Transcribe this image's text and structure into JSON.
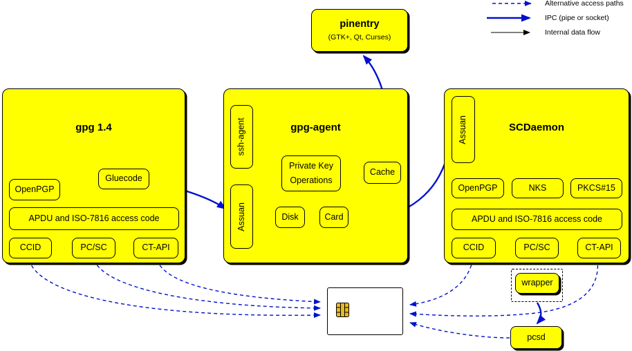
{
  "legend": {
    "items": [
      {
        "label": "Alternative access paths",
        "style": "dashed-blue"
      },
      {
        "label": "IPC (pipe or socket)",
        "style": "solid-blue-thick"
      },
      {
        "label": "Internal data flow",
        "style": "solid-black"
      }
    ]
  },
  "colors": {
    "node_fill": "#ffff00",
    "line_blue": "#0011cc",
    "line_black": "#000000",
    "card_fill": "#ffffff",
    "chip_fill": "#e8b824"
  },
  "nodes": {
    "pinentry": {
      "title": "pinentry",
      "subtitle": "(GTK+, Qt, Curses)"
    },
    "gpg14": {
      "title": "gpg 1.4",
      "openpgp": "OpenPGP",
      "gluecode": "Gluecode",
      "apdu": "APDU and ISO-7816 access code",
      "ccid": "CCID",
      "pcsc": "PC/SC",
      "ctapi": "CT-API"
    },
    "gpg_agent": {
      "title": "gpg-agent",
      "ssh_agent": "ssh-agent",
      "assuan": "Assuan",
      "private_key_ops_line1": "Private Key",
      "private_key_ops_line2": "Operations",
      "cache": "Cache",
      "disk": "Disk",
      "card": "Card"
    },
    "scdaemon": {
      "title": "SCDaemon",
      "assuan": "Assuan",
      "openpgp": "OpenPGP",
      "nks": "NKS",
      "pkcs15": "PKCS#15",
      "apdu": "APDU and ISO-7816 access code",
      "ccid": "CCID",
      "pcsc": "PC/SC",
      "ctapi": "CT-API"
    },
    "wrapper": {
      "label": "wrapper"
    },
    "pcsd": {
      "label": "pcsd"
    }
  }
}
